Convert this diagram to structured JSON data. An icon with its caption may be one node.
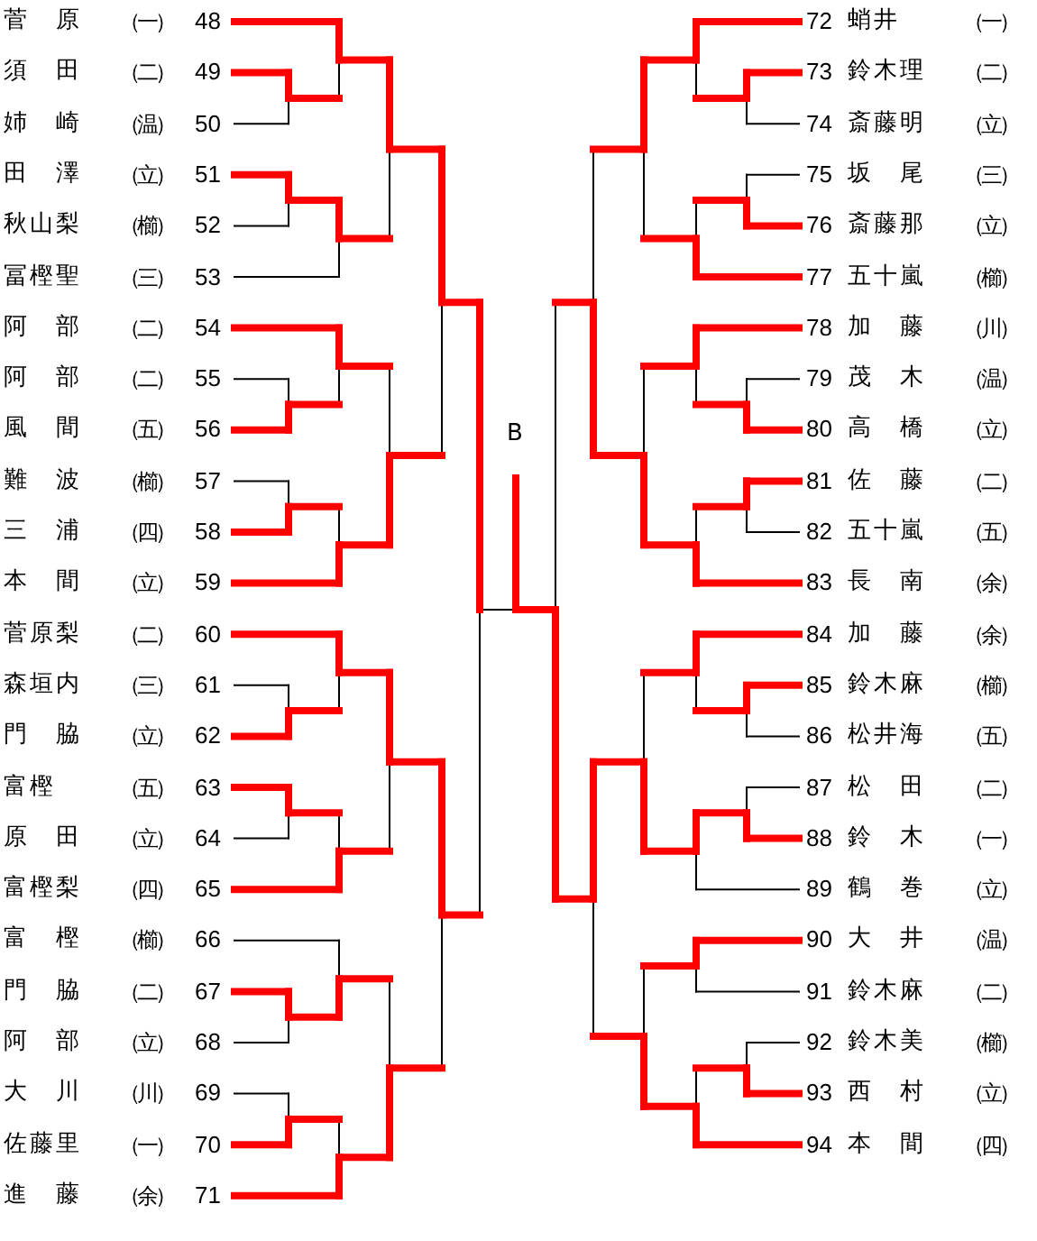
{
  "diagram": {
    "nodes": [
      {
        "text": [
          "菅　原",
          "（一）",
          "48"
        ]
      },
      {
        "text": [
          "須　田",
          "（二）",
          "49"
        ]
      },
      {
        "text": [
          "姉　崎",
          "（温）",
          "50"
        ]
      },
      {
        "text": [
          "田　澤",
          "（立）",
          "51"
        ]
      },
      {
        "text": [
          "秋山梨",
          "（櫛）",
          "52"
        ]
      },
      {
        "text": [
          "冨樫聖",
          "（三）",
          "53"
        ]
      },
      {
        "text": [
          "阿　部",
          "（二）",
          "54"
        ]
      },
      {
        "text": [
          "阿　部",
          "（二）",
          "55"
        ]
      },
      {
        "text": [
          "風　間",
          "（五）",
          "56"
        ]
      },
      {
        "text": [
          "難　波",
          "（櫛）",
          "57"
        ]
      },
      {
        "text": [
          "三　浦",
          "（四）",
          "58"
        ]
      },
      {
        "text": [
          "本　間",
          "（立）",
          "59"
        ]
      },
      {
        "text": [
          "菅原梨",
          "（二）",
          "60"
        ]
      },
      {
        "text": [
          "森垣内",
          "（三）",
          "61"
        ]
      },
      {
        "text": [
          "門　脇",
          "（立）",
          "62"
        ]
      },
      {
        "text": [
          "富樫",
          "（五）",
          "63"
        ]
      },
      {
        "text": [
          "原　田",
          "（立）",
          "64"
        ]
      },
      {
        "text": [
          "富樫梨",
          "（四）",
          "65"
        ]
      },
      {
        "text": [
          "富　樫",
          "（櫛）",
          "66"
        ]
      },
      {
        "text": [
          "門　脇",
          "（二）",
          "67"
        ]
      },
      {
        "text": [
          "阿　部",
          "（立）",
          "68"
        ]
      },
      {
        "text": [
          "大　川",
          "（川）",
          "69"
        ]
      },
      {
        "text": [
          "佐藤里",
          "（一）",
          "70"
        ]
      },
      {
        "text": [
          "進　藤",
          "（余）",
          "71"
        ]
      },
      {
        "text": [
          "72",
          "蛸井",
          "（一）"
        ]
      },
      {
        "text": [
          "73",
          "鈴木理",
          "（二）"
        ]
      },
      {
        "text": [
          "74",
          "斎藤明",
          "（立）"
        ]
      },
      {
        "text": [
          "75",
          "坂　尾",
          "（三）"
        ]
      },
      {
        "text": [
          "76",
          "斎藤那",
          "（立）"
        ]
      },
      {
        "text": [
          "77",
          "五十嵐",
          "（櫛）"
        ]
      },
      {
        "text": [
          "78",
          "加　藤",
          "（川）"
        ]
      },
      {
        "text": [
          "79",
          "茂　木",
          "（温）"
        ]
      },
      {
        "text": [
          "80",
          "高　橋",
          "（立）"
        ]
      },
      {
        "text": [
          "81",
          "佐　藤",
          "（二）"
        ]
      },
      {
        "text": [
          "82",
          "五十嵐",
          "（五）"
        ]
      },
      {
        "text": [
          "83",
          "長　南",
          "（余）"
        ]
      },
      {
        "text": [
          "84",
          "加　藤",
          "（余）"
        ]
      },
      {
        "text": [
          "85",
          "鈴木麻",
          "（櫛）"
        ]
      },
      {
        "text": [
          "86",
          "松井海",
          "（五）"
        ]
      },
      {
        "text": [
          "87",
          "松　田",
          "（二）"
        ]
      },
      {
        "text": [
          "88",
          "鈴　木",
          "（一）"
        ]
      },
      {
        "text": [
          "89",
          "鶴　巻",
          "（立）"
        ]
      },
      {
        "text": [
          "90",
          "大　井",
          "（温）"
        ]
      },
      {
        "text": [
          "91",
          "鈴木麻",
          "（二）"
        ]
      },
      {
        "text": [
          "92",
          "鈴木美",
          "（櫛）"
        ]
      },
      {
        "text": [
          "93",
          "西　村",
          "（立）"
        ]
      },
      {
        "text": [
          "94",
          "本　間",
          "（四）"
        ]
      }
    ],
    "labels": [
      "B"
    ]
  }
}
